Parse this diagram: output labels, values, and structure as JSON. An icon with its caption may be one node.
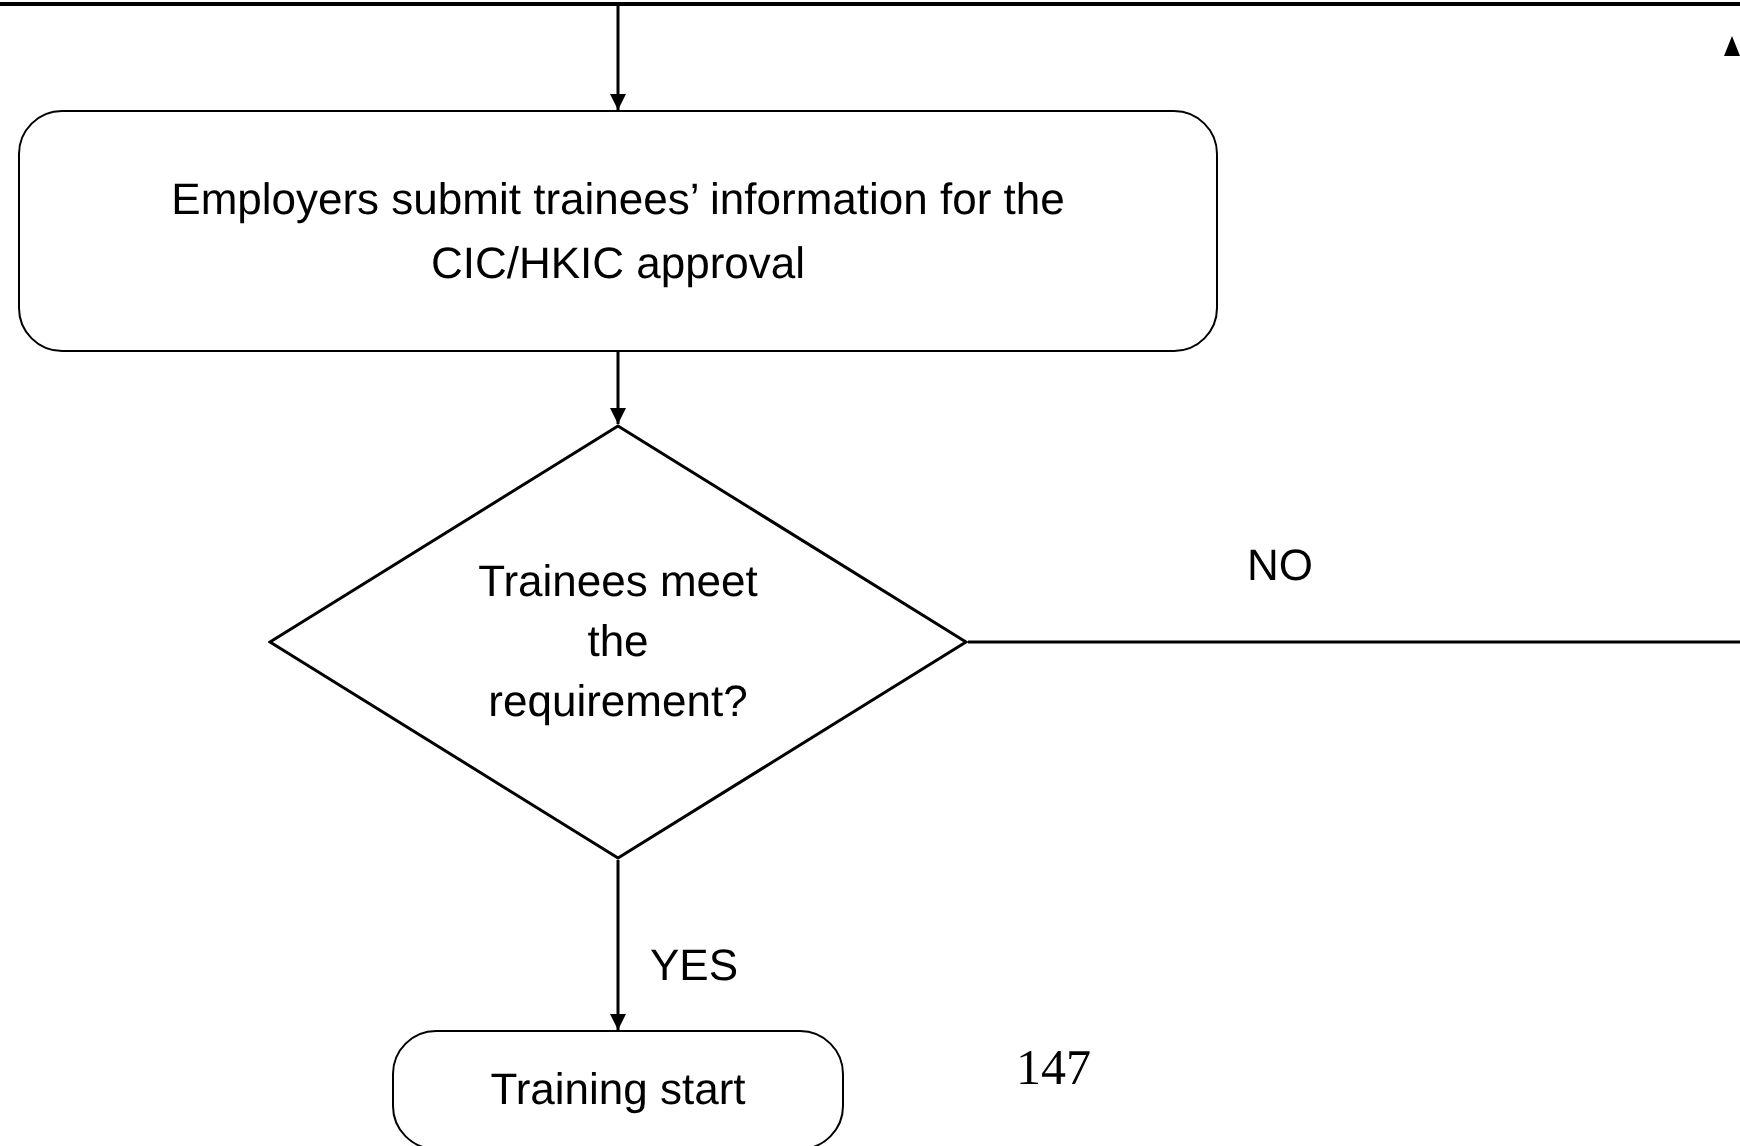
{
  "diagram": {
    "nodes": [
      {
        "text": [
          "Employers submit trainees’ information for the CIC/HKIC approval"
        ]
      },
      {
        "text": [
          "Trainees meet the requirement?"
        ]
      },
      {
        "text": [
          "Training start"
        ]
      }
    ],
    "edges": [
      {
        "from": null,
        "to": 0,
        "arrow": "to"
      },
      {
        "from": 0,
        "to": 1,
        "arrow": "to"
      },
      {
        "from": 1,
        "to": null,
        "arrow": "none",
        "label": "NO"
      },
      {
        "from": 1,
        "to": 2,
        "arrow": "to",
        "label": "YES"
      }
    ],
    "labels": [
      "147"
    ]
  }
}
